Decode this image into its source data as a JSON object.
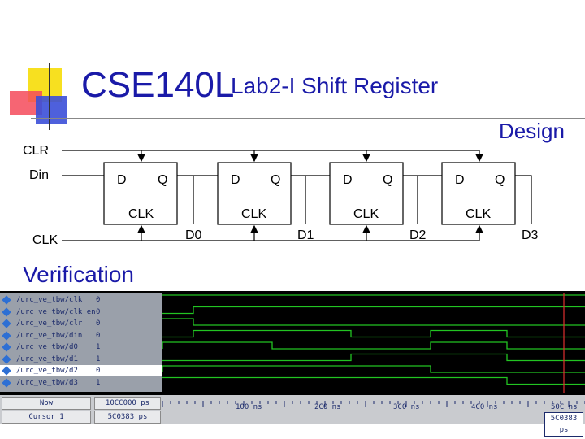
{
  "slide": {
    "title_main": "CSE140L",
    "title_sub": "Lab2-I Shift Register",
    "design_label": "Design",
    "verification_label": "Verification"
  },
  "circuit": {
    "inputs": {
      "clr": "CLR",
      "din": "Din",
      "clk": "CLK"
    },
    "flipflops": [
      {
        "d": "D",
        "q": "Q",
        "clk": "CLK",
        "out": "D0"
      },
      {
        "d": "D",
        "q": "Q",
        "clk": "CLK",
        "out": "D1"
      },
      {
        "d": "D",
        "q": "Q",
        "clk": "CLK",
        "out": "D2"
      },
      {
        "d": "D",
        "q": "Q",
        "clk": "CLK",
        "out": "D3"
      }
    ]
  },
  "waveform": {
    "signals": [
      {
        "name": "/urc_ve_tbw/clk",
        "value": "0"
      },
      {
        "name": "/urc_ve_tbw/clk_en",
        "value": "0"
      },
      {
        "name": "/urc_ve_tbw/clr",
        "value": "0"
      },
      {
        "name": "/urc_ve_tbw/din",
        "value": "0"
      },
      {
        "name": "/urc_ve_tbw/d0",
        "value": "1"
      },
      {
        "name": "/urc_ve_tbw/d1",
        "value": "1"
      },
      {
        "name": "/urc_ve_tbw/d2",
        "value": "0"
      },
      {
        "name": "/urc_ve_tbw/d3",
        "value": "1"
      }
    ],
    "now_label": "Now",
    "now_value": "10CC000 ps",
    "cursor_label": "Cursor 1",
    "cursor_value": "5C0383 ps",
    "ticks": [
      "100 ns",
      "2C0 ns",
      "3C0 ns",
      "4C0 ns",
      "50C ns"
    ],
    "cursor_readout": "5C0383 ps",
    "colors": {
      "trace": "#22c422",
      "cursor": "#e03030",
      "panel": "#9aa0aa"
    }
  }
}
